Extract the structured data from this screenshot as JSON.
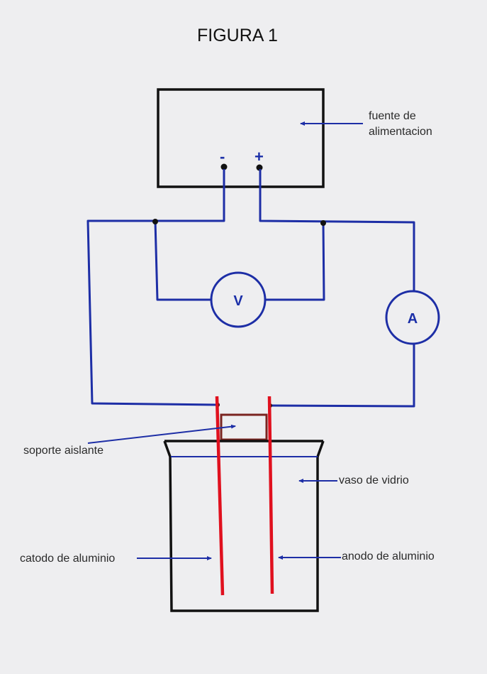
{
  "title": "FIGURA 1",
  "components": {
    "power_supply": {
      "label_line1": "fuente de",
      "label_line2": "alimentacion",
      "negative_terminal": "-",
      "positive_terminal": "+"
    },
    "voltmeter": {
      "symbol": "V"
    },
    "ammeter": {
      "symbol": "A"
    },
    "insulating_support": {
      "label": "soporte aislante"
    },
    "glass_vessel": {
      "label": "vaso de vidrio"
    },
    "cathode": {
      "label": "catodo de aluminio"
    },
    "anode": {
      "label": "anodo de aluminio"
    }
  },
  "colors": {
    "wire": "#1d2ea6",
    "electrode": "#e0101e",
    "support": "#7a2420",
    "outline": "#111111",
    "paper": "#eeeef0"
  }
}
